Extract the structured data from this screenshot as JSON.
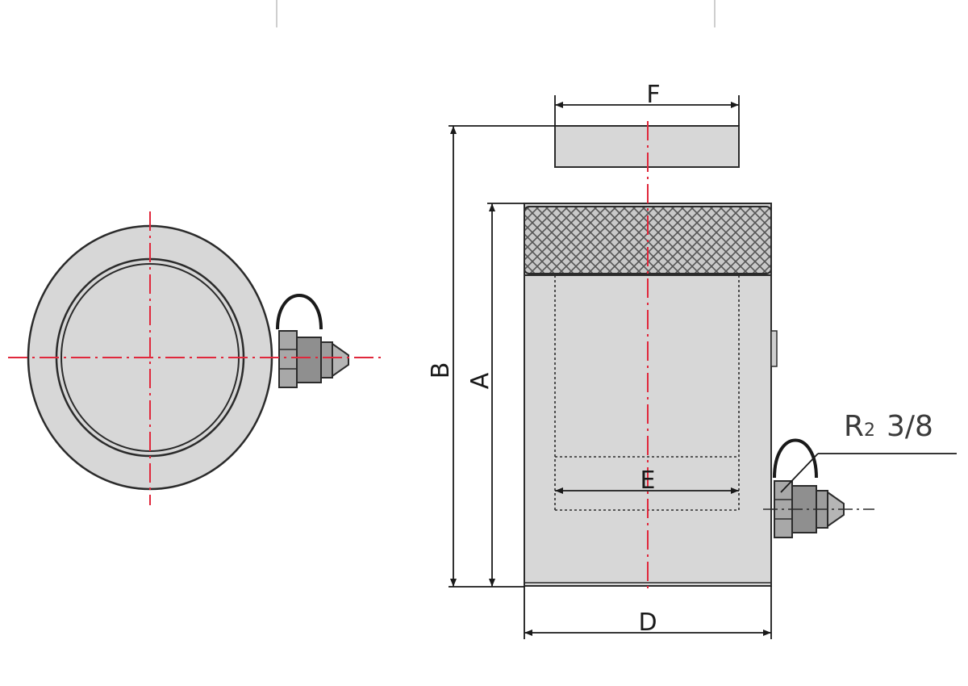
{
  "labels": {
    "F": "F",
    "B": "B",
    "A": "A",
    "E": "E",
    "D": "D",
    "thread_prefix": "R",
    "thread_subscript": "2",
    "thread_size": "3/8"
  },
  "colors": {
    "body_fill": "#d7d7d7",
    "outline": "#2b2b2b",
    "centerline": "#e0283c",
    "knurl": "#7a7a7a",
    "fitting_fill": "#9a9a9a"
  }
}
